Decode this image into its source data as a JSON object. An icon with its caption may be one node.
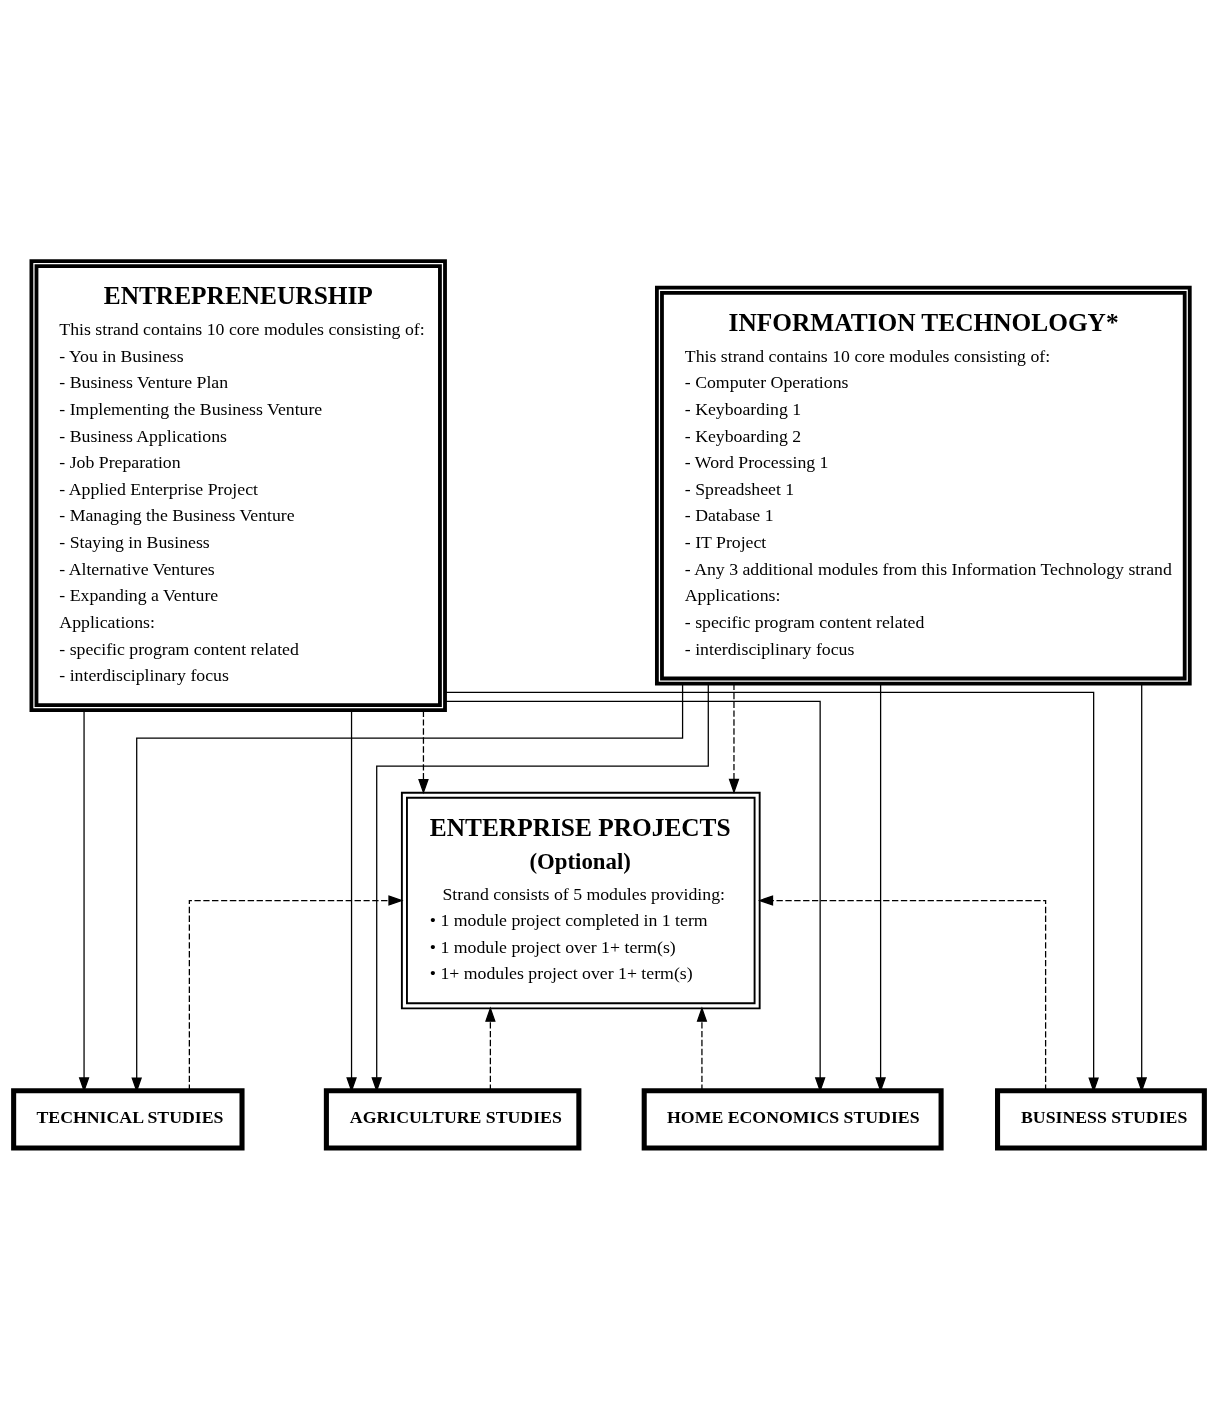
{
  "diagram": {
    "nodes": [
      {
        "text": [
          "ENTREPRENEURSHIP",
          "This strand contains 10 core modules consisting of:",
          "- You in Business",
          "- Business Venture Plan",
          "- Implementing the Business Venture",
          "- Business Applications",
          "- Job Preparation",
          "- Applied Enterprise Project",
          "- Managing the Business Venture",
          "- Staying in Business",
          "- Alternative Ventures",
          "- Expanding a Venture",
          "Applications:",
          "- specific program content related",
          "- interdisciplinary focus"
        ]
      },
      {
        "text": [
          "INFORMATION TECHNOLOGY*",
          "This strand contains 10 core modules consisting of:",
          "- Computer Operations",
          "- Keyboarding 1",
          "- Keyboarding 2",
          "- Word Processing 1",
          "- Spreadsheet 1",
          "- Database 1",
          "- IT Project",
          "- Any 3 additional modules from this Information Technology strand",
          "Applications:",
          "- specific program content related",
          "- interdisciplinary focus"
        ]
      },
      {
        "text": [
          "ENTERPRISE PROJECTS",
          "(Optional)",
          "Strand consists of 5 modules providing:",
          "• 1 module project completed in 1 term",
          "• 1 module project over 1+ term(s)",
          "• 1+ modules project over 1+ term(s)"
        ]
      },
      {
        "text": [
          "AGRICULTURE STUDIES"
        ]
      },
      {
        "text": [
          "BUSINESS STUDIES"
        ]
      },
      {
        "text": [
          "HOME ECONOMICS STUDIES"
        ]
      },
      {
        "text": [
          "TECHNICAL STUDIES"
        ]
      }
    ],
    "edges": [
      {
        "from": 0,
        "to": 2,
        "arrow": "to",
        "style": "dashed"
      },
      {
        "from": 1,
        "to": 2,
        "arrow": "to",
        "style": "dashed"
      },
      {
        "from": 0,
        "to": 3,
        "arrow": "to"
      },
      {
        "from": 0,
        "to": 4,
        "arrow": "to"
      },
      {
        "from": 0,
        "to": 5,
        "arrow": "to"
      },
      {
        "from": 0,
        "to": 6,
        "arrow": "to"
      },
      {
        "from": 1,
        "to": 3,
        "arrow": "to"
      },
      {
        "from": 1,
        "to": 4,
        "arrow": "to"
      },
      {
        "from": 1,
        "to": 5,
        "arrow": "to"
      },
      {
        "from": 1,
        "to": 6,
        "arrow": "to"
      },
      {
        "from": 3,
        "to": 2,
        "arrow": "to",
        "style": "dashed"
      },
      {
        "from": 4,
        "to": 2,
        "arrow": "to",
        "style": "dashed"
      },
      {
        "from": 5,
        "to": 2,
        "arrow": "to",
        "style": "dashed"
      },
      {
        "from": 6,
        "to": 2,
        "arrow": "to",
        "style": "dashed"
      }
    ]
  }
}
